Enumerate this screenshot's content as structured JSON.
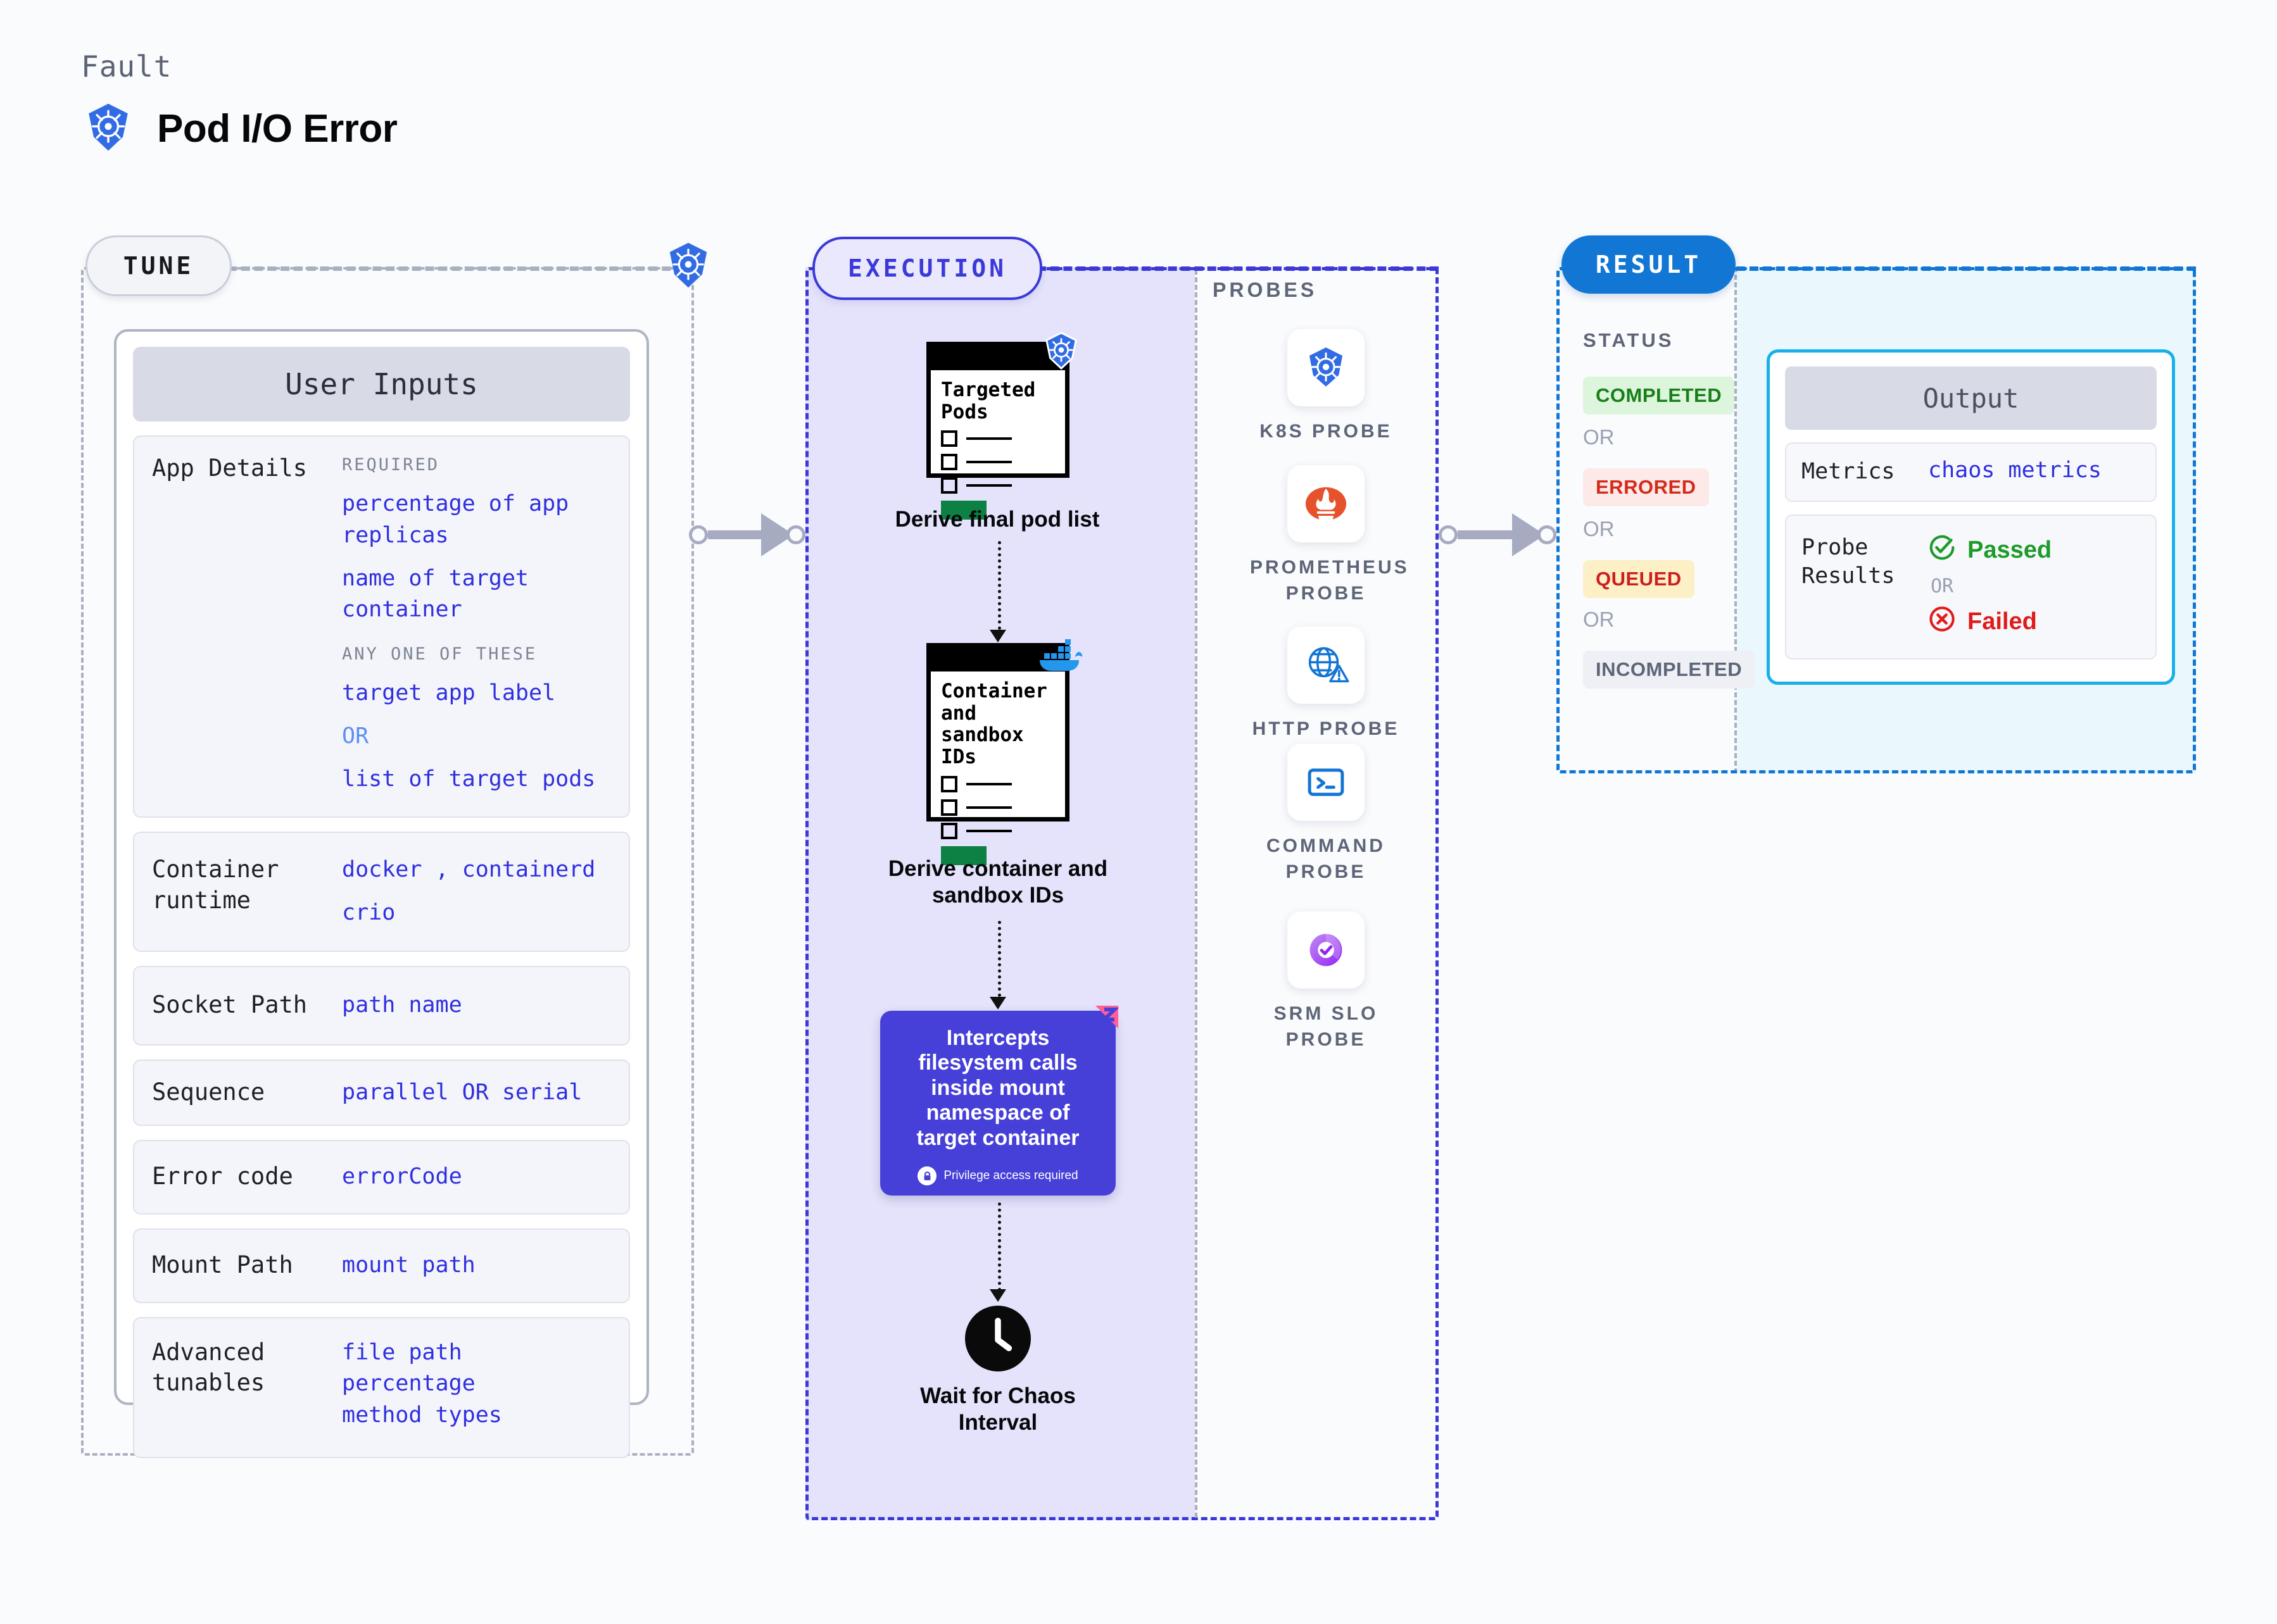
{
  "header": {
    "kicker": "Fault",
    "title": "Pod I/O Error",
    "icon": "kubernetes-icon"
  },
  "tune": {
    "badge": "TUNE",
    "corner_icon": "kubernetes-icon",
    "card_title": "User Inputs",
    "rows": [
      {
        "label": "App Details",
        "groups": [
          {
            "caption": "REQUIRED",
            "values": [
              "percentage of app replicas",
              "name of target container"
            ]
          },
          {
            "caption": "ANY ONE OF THESE",
            "values": [
              "target app label",
              "OR",
              "list of target pods"
            ]
          }
        ]
      },
      {
        "label": "Container runtime",
        "values": [
          "docker , containerd",
          "crio"
        ]
      },
      {
        "label": "Socket Path",
        "values": [
          "path name"
        ]
      },
      {
        "label": "Sequence",
        "values": [
          "parallel OR serial"
        ]
      },
      {
        "label": "Error code",
        "values": [
          "errorCode"
        ]
      },
      {
        "label": "Mount Path",
        "values": [
          "mount path"
        ]
      },
      {
        "label": "Advanced tunables",
        "values": [
          "file path",
          "percentage",
          "method types"
        ]
      }
    ]
  },
  "execution": {
    "badge": "EXECUTION",
    "nodes": [
      {
        "doc_title": "Targeted Pods",
        "icon": "kubernetes-icon",
        "caption": "Derive final pod list"
      },
      {
        "doc_title": "Container and sandbox IDs",
        "icon": "docker-icon",
        "caption": "Derive container and sandbox IDs"
      }
    ],
    "intercept": {
      "text": "Intercepts filesystem calls inside mount namespace of target container",
      "badge": "Privilege access required",
      "badge_icon": "lock-icon",
      "ribbon_icon": "litmus-ribbon-icon",
      "color": "#4640d8"
    },
    "wait": {
      "icon": "clock-icon",
      "caption": "Wait for Chaos Interval"
    }
  },
  "probes": {
    "title": "PROBES",
    "items": [
      {
        "icon": "kubernetes-icon",
        "label": "K8S PROBE"
      },
      {
        "icon": "prometheus-icon",
        "label": "PROMETHEUS PROBE"
      },
      {
        "icon": "http-globe-icon",
        "label": "HTTP PROBE"
      },
      {
        "icon": "command-terminal-icon",
        "label": "COMMAND PROBE"
      },
      {
        "icon": "srm-slo-icon",
        "label": "SRM SLO PROBE"
      }
    ]
  },
  "result": {
    "badge": "RESULT",
    "status_title": "STATUS",
    "statuses": [
      {
        "label": "COMPLETED",
        "bg": "#dcf5dc",
        "fg": "#187f18"
      },
      {
        "label": "ERRORED",
        "bg": "#fde9e7",
        "fg": "#d42a1c"
      },
      {
        "label": "QUEUED",
        "bg": "#fdf0c6",
        "fg": "#cc1f1f"
      },
      {
        "label": "INCOMPLETED",
        "bg": "#eef0f6",
        "fg": "#5e6577"
      }
    ],
    "or_label": "OR",
    "output": {
      "title": "Output",
      "metrics_label": "Metrics",
      "metrics_value": "chaos metrics",
      "probe_label": "Probe Results",
      "passed": "Passed",
      "passed_icon": "check-circle-icon",
      "failed": "Failed",
      "failed_icon": "x-circle-icon",
      "or_label": "OR"
    }
  }
}
